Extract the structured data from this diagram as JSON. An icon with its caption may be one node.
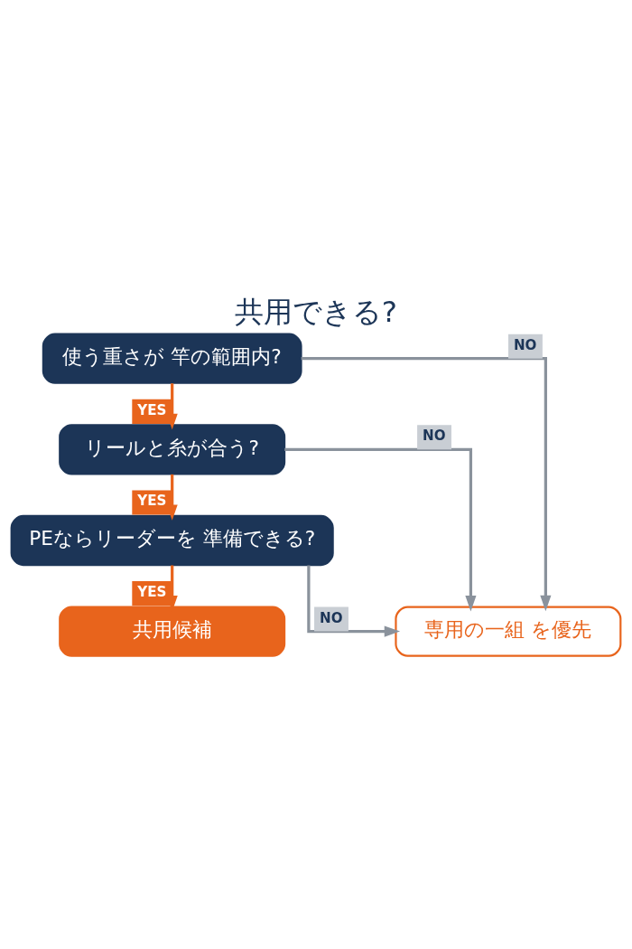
{
  "diagram": {
    "title": "共用できる?",
    "nodes": [
      {
        "text": [
          "使う重さが 竿の範囲内?"
        ]
      },
      {
        "text": [
          "リールと糸が合う?"
        ]
      },
      {
        "text": [
          "PEならリーダーを 準備できる?"
        ]
      },
      {
        "text": [
          "共用候補"
        ]
      },
      {
        "text": [
          "専用の一組 を優先"
        ]
      }
    ],
    "edges": [
      {
        "from": 0,
        "to": 1,
        "arrow": "to",
        "label": "YES",
        "color": "#e8641c"
      },
      {
        "from": 1,
        "to": 2,
        "arrow": "to",
        "label": "YES",
        "color": "#e8641c"
      },
      {
        "from": 2,
        "to": 3,
        "arrow": "to",
        "label": "YES",
        "color": "#e8641c"
      },
      {
        "from": 0,
        "to": 4,
        "arrow": "to",
        "label": "NO",
        "color": "#8a929c"
      },
      {
        "from": 1,
        "to": 4,
        "arrow": "to",
        "label": "NO",
        "color": "#8a929c"
      },
      {
        "from": 2,
        "to": 4,
        "arrow": "to",
        "label": "NO",
        "color": "#8a929c"
      }
    ]
  }
}
